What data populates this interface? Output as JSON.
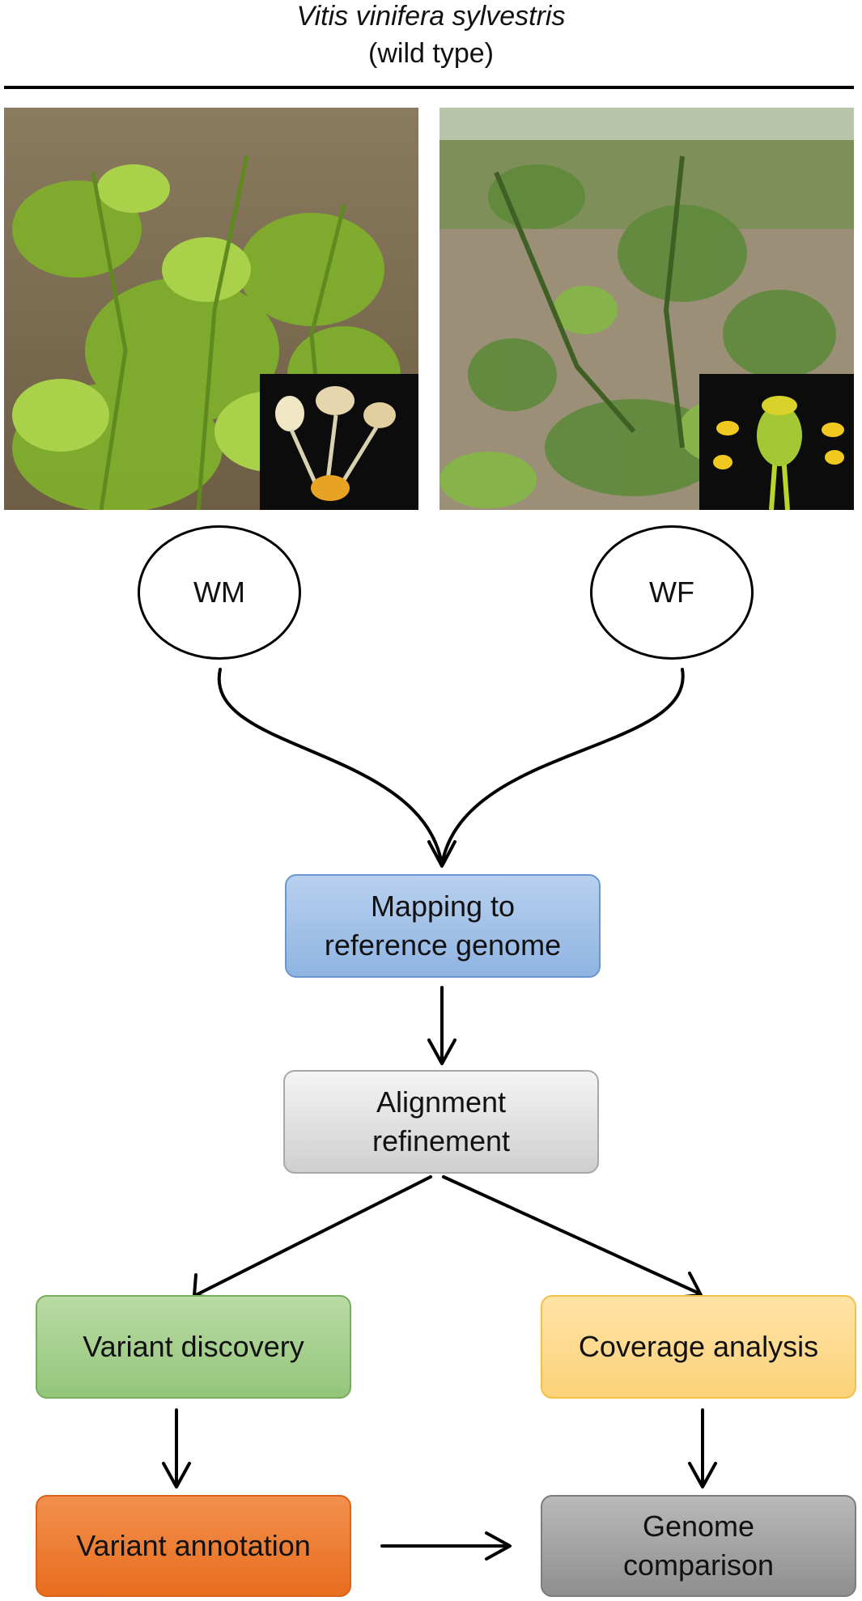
{
  "header": {
    "title": "Vitis vinifera sylvestris",
    "subtitle": "(wild type)"
  },
  "photos": [
    {
      "name": "male-plant-photo",
      "inset": "male-flower-inset"
    },
    {
      "name": "female-plant-photo",
      "inset": "female-flower-inset"
    }
  ],
  "nodes": {
    "wm": "WM",
    "wf": "WF"
  },
  "steps": {
    "mapping": "Mapping to\nreference genome",
    "alignment": "Alignment\nrefinement",
    "variant_discovery": "Variant discovery",
    "coverage_analysis": "Coverage analysis",
    "variant_annotation": "Variant annotation",
    "genome_comparison": "Genome\ncomparison"
  },
  "colors": {
    "mapping": "#a3c2e8",
    "alignment": "#e0e0e0",
    "variant_discovery": "#a8d18e",
    "coverage_analysis": "#fedb8f",
    "variant_annotation": "#ee7d33",
    "genome_comparison": "#a5a5a5"
  }
}
